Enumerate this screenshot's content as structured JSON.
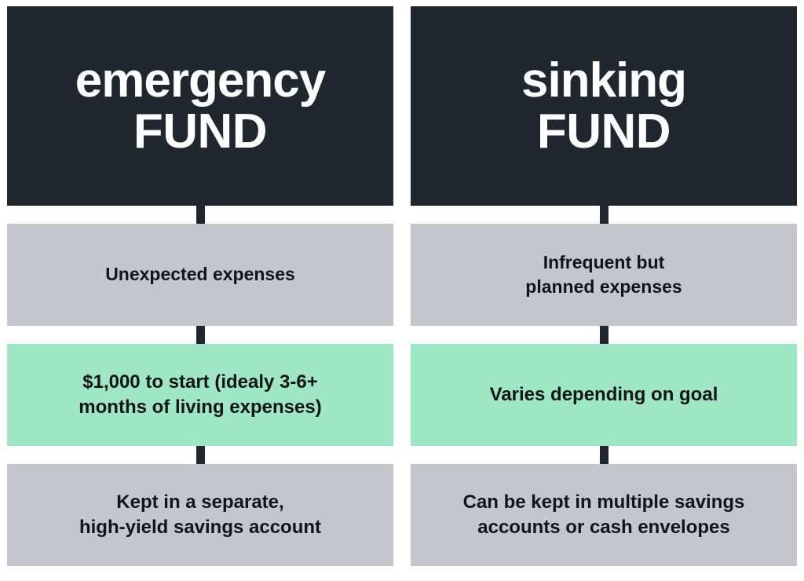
{
  "infographic": {
    "columns": [
      {
        "header": {
          "line1": "emergency",
          "line2": "FUND"
        },
        "rows": [
          {
            "style": "gray",
            "text": "Unexpected expenses"
          },
          {
            "style": "green",
            "text": "$1,000 to start (idealy 3-6+\nmonths of living expenses)"
          },
          {
            "style": "gray",
            "text": "Kept in a separate,\nhigh-yield savings account"
          }
        ]
      },
      {
        "header": {
          "line1": "sinking",
          "line2": "FUND"
        },
        "rows": [
          {
            "style": "gray",
            "text": "Infrequent but\nplanned expenses"
          },
          {
            "style": "green",
            "text": "Varies depending on goal"
          },
          {
            "style": "gray",
            "text": "Can be kept in multiple savings\naccounts or cash envelopes"
          }
        ]
      }
    ],
    "colors": {
      "header_background": "#20272f",
      "gray_cell": "#c3c6cb",
      "green_cell": "#9fe6c4",
      "connector": "#20272f",
      "header_text": "#ffffff",
      "cell_text": "#111418",
      "page_background": "#ffffff"
    }
  }
}
